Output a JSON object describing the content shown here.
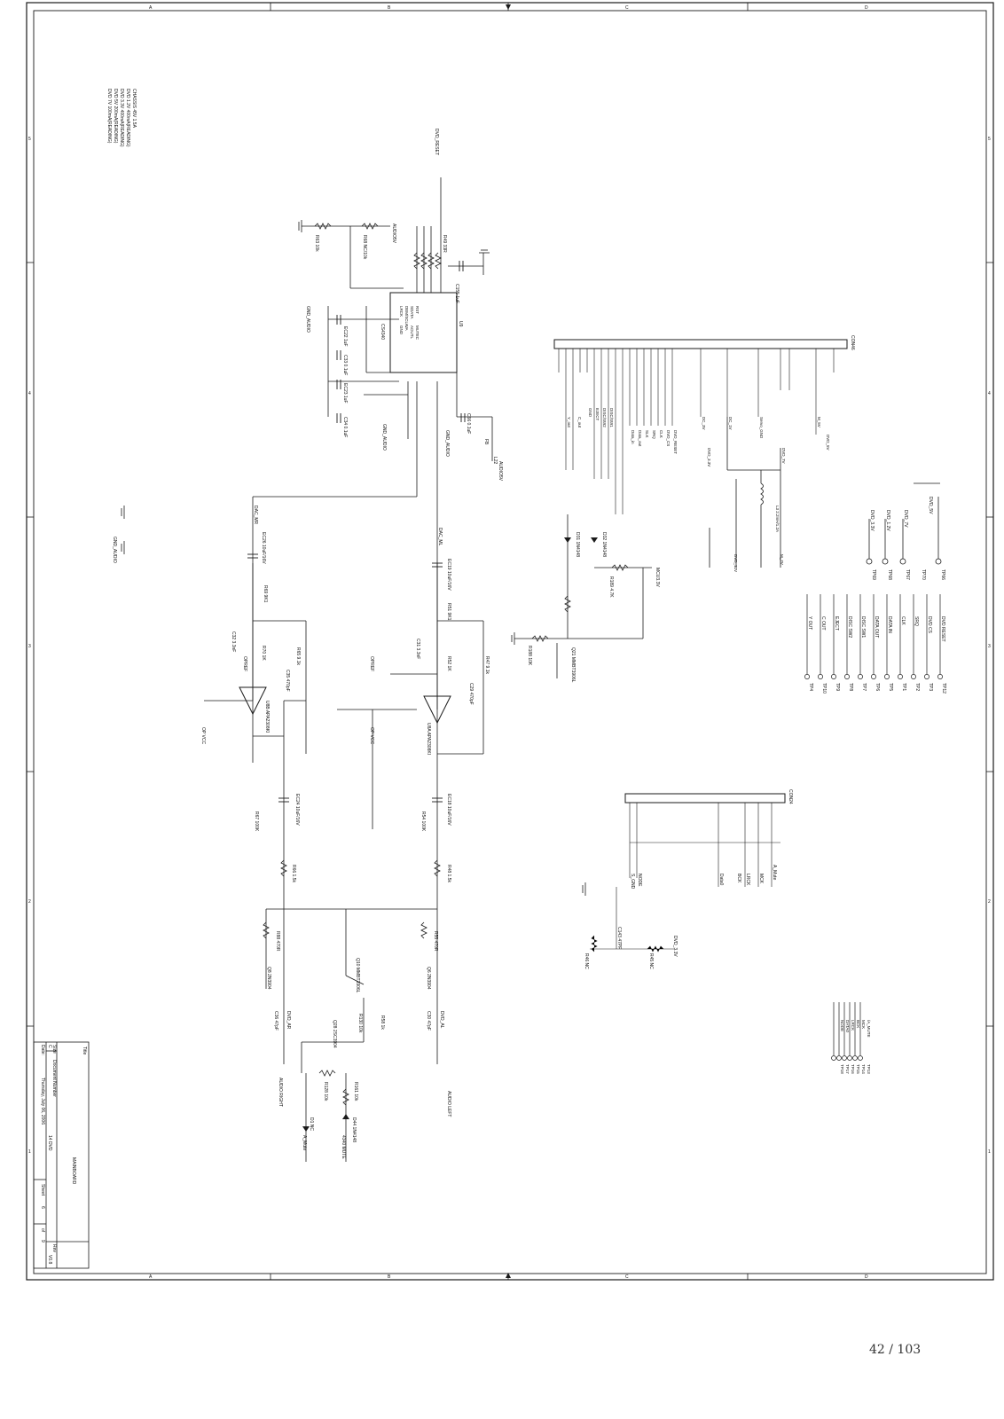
{
  "page_number": "42 / 103",
  "border_letters": [
    "A",
    "B",
    "C",
    "D"
  ],
  "border_numbers": [
    "5",
    "4",
    "3",
    "2",
    "1"
  ],
  "notes": [
    "DVD 7V 100mA(READING)",
    "DVD 5V 200mA(READING)",
    "DVD 3.3V 400mA(READING)",
    "DVD 1.2V 400mA(READING)",
    "CHASSIS 45V 1.5A"
  ],
  "dvd_reset": "DVD_RESET",
  "audio5v": "AUDIO5V",
  "gnd_audio": "GND_AUDIO",
  "op_vcc": "OP VCC",
  "opref": "OPREF",
  "u_dac": {
    "ref": "U9",
    "part": "CS4340",
    "left_pins": [
      "RST",
      "SDATA",
      "DEM/SCLK",
      "LRCK",
      "MCLK",
      "DIF1",
      "DIF0",
      "DEM0"
    ],
    "right_pins": [
      "MUTEC",
      "AOUTL",
      "VA",
      "GND",
      "AOUTR",
      "FILT",
      "VQ"
    ]
  },
  "cap_tags": [
    "EC22 1uF",
    "C33 0.1uF",
    "EC23 1uF",
    "C34 0.1uF",
    "C66 0.1uF",
    "C155 1uF"
  ],
  "res_tags": [
    "R63 10k",
    "R68 NC/10k",
    "R49 33R",
    "FB",
    "L22",
    "L3 2.2mH/1.2A"
  ],
  "conn_dvd": {
    "ref": "CON46",
    "signals": [
      "Y_out",
      "C_out",
      "GND",
      "EJECT",
      "DISC/SW2",
      "DISC/SW1",
      "Data_in",
      "Data_out",
      "SLK",
      "SRQ",
      "CLK",
      "DVD_CS",
      "DVD_RESET",
      "DC_3V",
      "DC_1V",
      "Servo_GND",
      "M_5V",
      "DVD_5V",
      "DVD_3.3V",
      "DVD_7V",
      "DVD_12V",
      "M_7V"
    ]
  },
  "testpoints": [
    "DVD_5V",
    "DVD_7V",
    "DVD_1.2V",
    "DVD_3.3V",
    "TP66",
    "TP67",
    "TP68",
    "TP69",
    "TP70"
  ],
  "tp_signals": [
    "DVD RESET",
    "DVD CS",
    "SRQ",
    "CLK",
    "DATA IN",
    "DATA OUT",
    "DISC SW1",
    "DISC SW2",
    "EJECT",
    "C OUT",
    "Y OUT"
  ],
  "tp_labels": [
    "TP12",
    "TP3",
    "TP2",
    "TP1",
    "TP5",
    "TP6",
    "TP7",
    "TP8",
    "TP9",
    "TP10",
    "TP4"
  ],
  "amp_section": {
    "left": [
      "EC26 10uF/16V",
      "R69 9K1",
      "C32 3.3nF",
      "R70 1K",
      "R65 9.1k",
      "C35 470pF",
      "U8B APA2308KI"
    ],
    "right": [
      "EC19 10uF/16V",
      "R51 9K1",
      "C31 3.3nF",
      "R52 1K",
      "R47 9.1k",
      "C29 470pF",
      "U8A APA2308KI"
    ]
  },
  "dac_labels": [
    "DAC_MR",
    "DAC_ML"
  ],
  "mute_section": [
    "Q21 MMBT3906L",
    "R188 10K",
    "D31 1N4148",
    "D32 1N4148",
    "R189 4.7K",
    "MCU3.3V"
  ],
  "lower_section": [
    "EC24 10uF/16V",
    "EC18 10uF/16V",
    "R67 100K",
    "R54 100K",
    "R66 1.5k",
    "R48 1.5k",
    "R88 470R",
    "R55 470R",
    "Q8 2N3904",
    "Q6 2N3904",
    "Q10 MMBT3906L",
    "C36 47pF",
    "C30 47pF",
    "R130 10k",
    "R58 1k",
    "Q28 2SC3904",
    "R128 10k",
    "R161 10k",
    "D1 NC",
    "D44 1N4148"
  ],
  "conn_lower": {
    "ref": "CON24",
    "signals": [
      "A_Mute",
      "MCK",
      "LRCK",
      "BCK",
      "Data0",
      "S_GND",
      "NODE"
    ]
  },
  "lower_net": [
    "C143 47PF",
    "R46 NC",
    "R45 NC",
    "DVD_3.3V"
  ],
  "tp_lower": [
    "/A_MUTE",
    "MCK",
    "BCK",
    "LRCK",
    "DATA0",
    "NODE",
    "TP13",
    "TP14",
    "TP15",
    "TP16",
    "TP17",
    "TP18"
  ],
  "outputs": [
    "DVD_AR",
    "DVD_AL",
    "A_Mute",
    "4340 MUTE",
    "AUDIO RIGHT",
    "AUDIO LEFT"
  ],
  "title_block": {
    "title": "MAINBOARD",
    "size_label": "Size",
    "size": "C",
    "docnum_label": "Document Number",
    "docnum": "14 DVD",
    "rev_label": "Rev",
    "rev": "V0.8",
    "date_label": "Date:",
    "date": "Thursday, July 06, 2006",
    "sheet_label": "Sheet",
    "sheet": "6",
    "of_label": "of",
    "of": "9"
  },
  "colors": {
    "ink": "#1a1a1a",
    "faint": "#888888"
  }
}
